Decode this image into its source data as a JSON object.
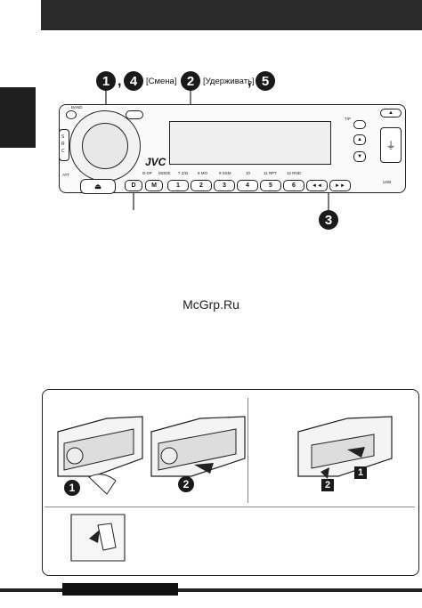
{
  "callouts": {
    "step1": "1",
    "step4": "4",
    "step4_note": "[Смена]",
    "step2": "2",
    "step2_note": "[Удерживать]",
    "step5": "5",
    "step3": "3",
    "comma": ","
  },
  "radio": {
    "brand": "JVC",
    "band_label": "BAND",
    "src_label": "S\nR\nC",
    "att_label": "ATT",
    "tp_label": "T/P",
    "usb_label": "USB",
    "buttons": {
      "d": "D",
      "m": "M",
      "b1": "1",
      "b2": "2",
      "b3": "3",
      "b4": "4",
      "b5": "5",
      "b6": "6"
    },
    "button_captions": [
      "D-SP",
      "MODE",
      "7  Z/Ω",
      "8  MO",
      "9  SSM",
      "10",
      "11  RPT",
      "12  RND"
    ]
  },
  "watermark": "McGrp.Ru",
  "detach": {
    "marker1": "1",
    "marker2": "2"
  },
  "icons": [
    "eject-icon",
    "usb-icon",
    "arrow-up-icon",
    "arrow-down-icon",
    "prev-track-icon",
    "next-track-icon",
    "release-icon"
  ]
}
